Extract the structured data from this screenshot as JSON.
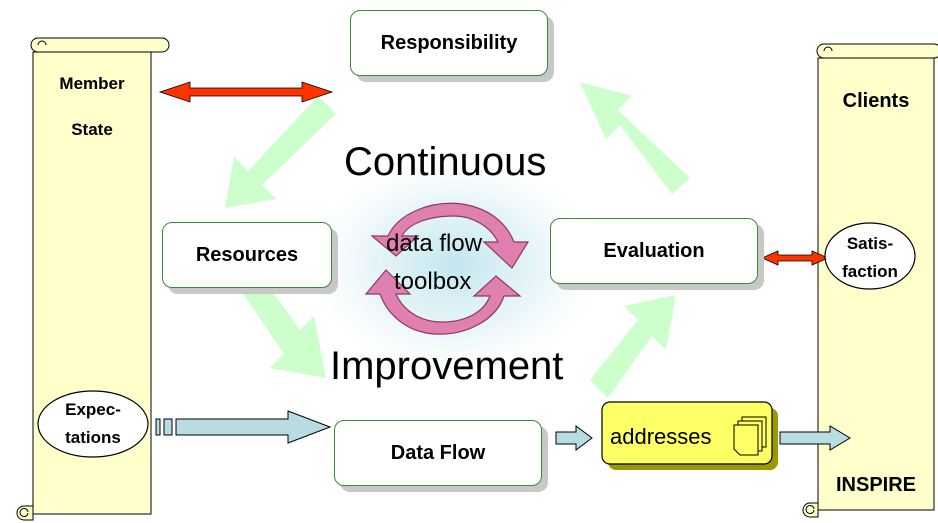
{
  "left_scroll": {
    "line1": "Member",
    "line2": "State",
    "ellipse_line1": "Expec-",
    "ellipse_line2": "tations"
  },
  "right_scroll": {
    "title": "Clients",
    "ellipse_line1": "Satis-",
    "ellipse_line2": "faction",
    "bottom": "INSPIRE"
  },
  "boxes": {
    "responsibility": "Responsibility",
    "resources": "Resources",
    "evaluation": "Evaluation",
    "data_flow": "Data Flow"
  },
  "center": {
    "top": "Continuous",
    "bottom": "Improvement",
    "cycle_line1": "data flow",
    "cycle_line2": "toolbox"
  },
  "addresses": "addresses",
  "colors": {
    "scroll_fill": "#ffffcc",
    "green_arrow": "#ccffcc",
    "red_arrow": "#ff3300",
    "blue_arrow": "#b8dce2",
    "cycle_arrow": "#e080b0",
    "addresses_fill": "#ffff66",
    "glow": "#bfe4ee"
  }
}
